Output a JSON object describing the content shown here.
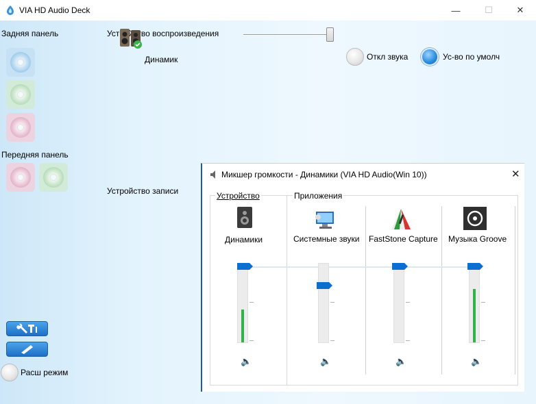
{
  "window": {
    "title": "VIA HD Audio Deck"
  },
  "left": {
    "rear_panel_label": "Задняя панель",
    "front_panel_label": "Передняя панель",
    "advanced_mode_label": "Расш режим"
  },
  "playback": {
    "section_label": "Устройство воспроизведения",
    "device_name": "Динамик",
    "volume": 1.0,
    "mute_label": "Откл звука",
    "default_label": "Ус-во по умолч"
  },
  "recording": {
    "section_label": "Устройство записи"
  },
  "mixer": {
    "title": "Микшер громкости - Динамики (VIA HD Audio(Win 10))",
    "device_group_label": "Устройство",
    "apps_group_label": "Приложения",
    "channels": [
      {
        "name": "Динамики",
        "level": 0.42,
        "thumb": 1.0,
        "icon": "speaker-box-icon"
      },
      {
        "name": "Системные звуки",
        "level": 0.0,
        "thumb": 0.74,
        "icon": "system-sounds-icon"
      },
      {
        "name": "FastStone Capture",
        "level": 0.0,
        "thumb": 1.0,
        "icon": "faststone-icon"
      },
      {
        "name": "Музыка Groove",
        "level": 0.68,
        "thumb": 1.0,
        "icon": "groove-music-icon"
      }
    ]
  },
  "colors": {
    "accent": "#0b6fd1",
    "meter": "#31b34a"
  }
}
